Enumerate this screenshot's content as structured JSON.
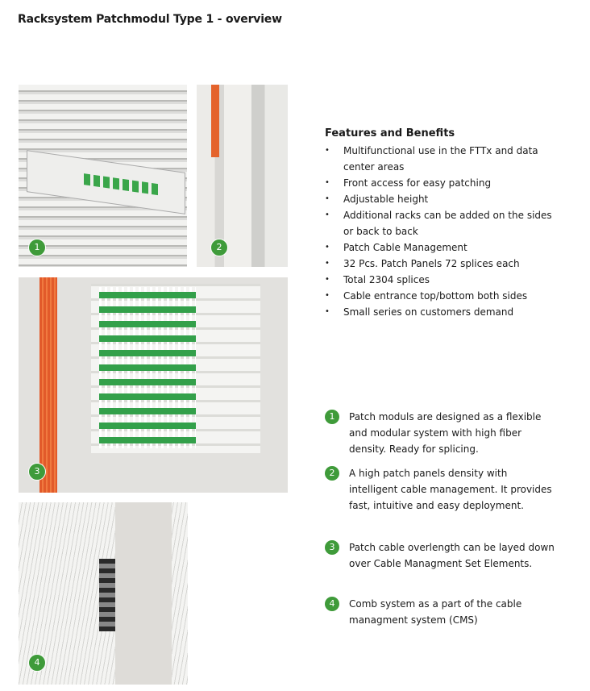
{
  "title": "Racksystem Patchmodul Type 1 - overview",
  "accent": "#3f9b3a",
  "features": {
    "heading": "Features and Benefits",
    "items": [
      "Multifunctional use in the FTTx and data center areas",
      "Front access for easy patching",
      "Adjustable height",
      "Additional racks can be added on the sides  or back to back",
      "Patch Cable Management",
      "32 Pcs. Patch Panels 72 splices each",
      "Total 2304 splices",
      "Cable entrance top/bottom both sides",
      "Small series on customers demand"
    ]
  },
  "notes": [
    {
      "num": "1",
      "text": "Patch moduls are designed as a flexible and modular system with high fiber density. Ready for splicing."
    },
    {
      "num": "2",
      "text": "A high patch panels density with intelligent cable management. It provides fast, intuitive and easy deployment."
    },
    {
      "num": "3",
      "text": "Patch cable overlength can be layed down over Cable Managment Set Elements."
    },
    {
      "num": "4",
      "text": "Comb system as a part of the cable managment system (CMS)"
    }
  ]
}
